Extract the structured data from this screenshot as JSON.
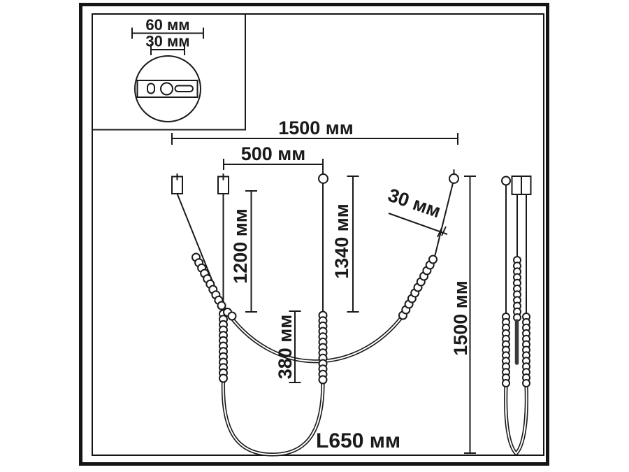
{
  "drawing": {
    "kind": "pendant-light-dimension-diagram",
    "labels": {
      "inset_outer": "60 мм",
      "inset_inner": "30 мм",
      "total_width": "1500 мм",
      "mount_spacing": "500 мм",
      "drop_left": "1200 мм",
      "drop_middle": "1340 мм",
      "bead_section": "380 мм",
      "cord_offset": "30 мм",
      "total_height": "1500 мм",
      "loop_length": "L650 мм"
    },
    "colors": {
      "line": "#1a1a1a",
      "background": "#ffffff",
      "rod": "#3a3a3a"
    }
  }
}
